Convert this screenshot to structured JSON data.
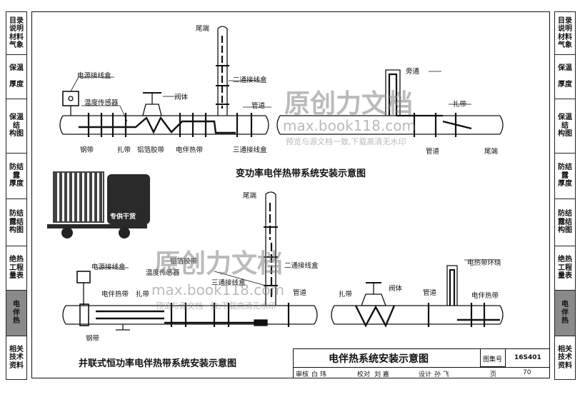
{
  "left_nav": [
    {
      "label": "目录\n说明\n材料\n气象",
      "active": false
    },
    {
      "label": "保温\n\n厚度",
      "active": false
    },
    {
      "label": "保温\n结\n构图",
      "active": false
    },
    {
      "label": "防结\n露\n厚度",
      "active": false
    },
    {
      "label": "防结\n露结\n构图",
      "active": false
    },
    {
      "label": "绝热\n工程\n量表",
      "active": false
    },
    {
      "label": "电\n伴\n热",
      "active": true
    },
    {
      "label": "相关\n技术\n资料",
      "active": false
    }
  ],
  "right_nav": [
    {
      "label": "目录\n说明\n材料\n气象",
      "active": false
    },
    {
      "label": "保温\n\n厚度",
      "active": false
    },
    {
      "label": "保温\n结\n构图",
      "active": false
    },
    {
      "label": "防结\n露\n厚度",
      "active": false
    },
    {
      "label": "防结\n露结\n构图",
      "active": false
    },
    {
      "label": "绝热\n工程\n量表",
      "active": false
    },
    {
      "label": "电\n伴\n热",
      "active": true
    },
    {
      "label": "相关\n技术\n资料",
      "active": false
    }
  ],
  "diagram1": {
    "caption": "变功率电伴热带系统安装示意图",
    "labels": {
      "power_box": "电源接线盒",
      "temp_sensor": "温度传感器",
      "steel_band": "钢带",
      "tie": "扎带",
      "foil_tape": "铝箔胶带",
      "valve": "阀体",
      "heat_tape": "电伴热带",
      "tail": "尾端",
      "two_way_box": "二通接线盒",
      "pipe": "管道",
      "three_way_box": "三通接线盒",
      "bypass": "旁通",
      "tie2": "扎带",
      "pipe2": "管道",
      "tail2": "尾端"
    }
  },
  "diagram2": {
    "caption": "并联式恒功率电伴热带系统安装示意图",
    "labels": {
      "tail": "尾端",
      "foil_tape": "铝箔胶带",
      "temp_sensor": "温度传感器",
      "power_box": "电源接线盒",
      "heat_tape": "电伴热带",
      "tie": "扎带",
      "three_way_box": "三通接线盒",
      "pipe": "管道",
      "two_way_box": "二通接线盒",
      "steel_band": "钢带"
    }
  },
  "diagram3": {
    "labels": {
      "loop": "电热带环绕",
      "tie": "扎带",
      "valve": "阀体",
      "pipe": "管道",
      "heat_tape": "电伴热带"
    }
  },
  "watermark": {
    "title": "原创力文档",
    "url": "max.book118.com",
    "sub": "预览与源文档一致,下载高清无水印"
  },
  "qr_badge": {
    "label": "专供干货"
  },
  "title_block": {
    "title": "电伴热系统安装示意图",
    "atlas_label": "图集号",
    "atlas_no": "16S401",
    "review_label": "审核",
    "reviewer": "白 玮",
    "check_label": "校对",
    "checker": "刘 嘉",
    "design_label": "设计",
    "designer": "孙 飞",
    "page_label": "页",
    "page_no": "70"
  }
}
